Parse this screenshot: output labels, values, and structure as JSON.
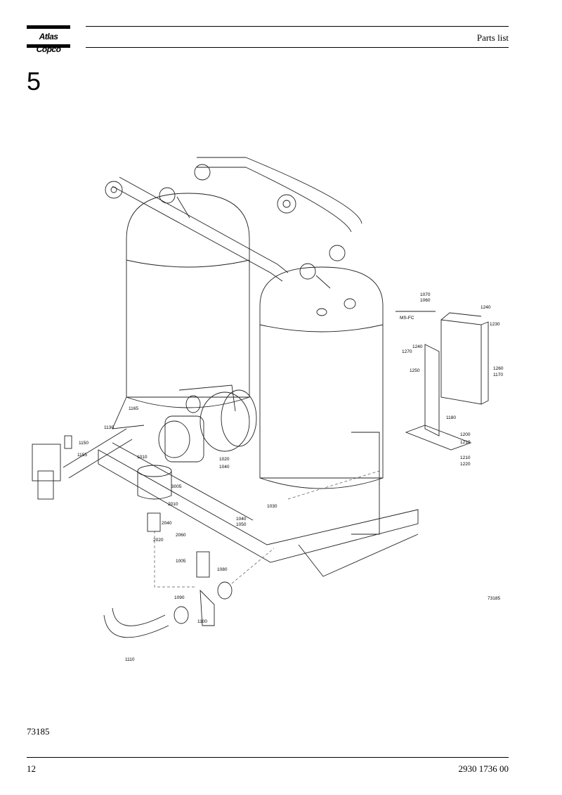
{
  "header": {
    "brand": "Atlas Copco",
    "title": "Parts list"
  },
  "section_number": "5",
  "drawing": {
    "drawing_number": "73185",
    "controller_label": "MS-FC",
    "callouts": [
      {
        "key": "c1005",
        "text": "1005"
      },
      {
        "key": "c1010",
        "text": "1010"
      },
      {
        "key": "c1020",
        "text": "1020"
      },
      {
        "key": "c1030",
        "text": "1030"
      },
      {
        "key": "c1040a",
        "text": "1040"
      },
      {
        "key": "c1040b",
        "text": "1040"
      },
      {
        "key": "c1050",
        "text": "1050"
      },
      {
        "key": "c1060",
        "text": "1060"
      },
      {
        "key": "c1070",
        "text": "1070"
      },
      {
        "key": "c1080",
        "text": "1080"
      },
      {
        "key": "c1090",
        "text": "1090"
      },
      {
        "key": "c1100",
        "text": "1100"
      },
      {
        "key": "c1110",
        "text": "1110"
      },
      {
        "key": "c1130",
        "text": "1130"
      },
      {
        "key": "c1150",
        "text": "1150"
      },
      {
        "key": "c1155",
        "text": "1155"
      },
      {
        "key": "c1165",
        "text": "1165"
      },
      {
        "key": "c1170",
        "text": "1170"
      },
      {
        "key": "c1180",
        "text": "1180"
      },
      {
        "key": "c1200",
        "text": "1200"
      },
      {
        "key": "c1210a",
        "text": "1210"
      },
      {
        "key": "c1210b",
        "text": "1210"
      },
      {
        "key": "c1220",
        "text": "1220"
      },
      {
        "key": "c1230",
        "text": "1230"
      },
      {
        "key": "c1240a",
        "text": "1240"
      },
      {
        "key": "c1240b",
        "text": "1240"
      },
      {
        "key": "c1250",
        "text": "1250"
      },
      {
        "key": "c1260",
        "text": "1260"
      },
      {
        "key": "c1270",
        "text": "1270"
      },
      {
        "key": "c2010",
        "text": "2010"
      },
      {
        "key": "c2020",
        "text": "2020"
      },
      {
        "key": "c2040",
        "text": "2040"
      },
      {
        "key": "c2060",
        "text": "2060"
      },
      {
        "key": "c3005",
        "text": "3005"
      }
    ]
  },
  "figure_reference": "73185",
  "footer": {
    "page_number": "12",
    "document_number": "2930 1736 00"
  }
}
